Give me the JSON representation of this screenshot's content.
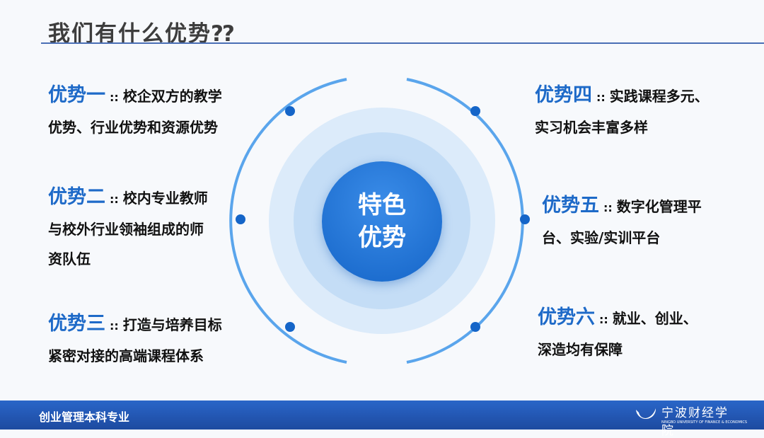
{
  "header": {
    "title": "我们有什么优势⁇"
  },
  "center": {
    "line1": "特色",
    "line2": "优势"
  },
  "items": [
    {
      "head": "优势一",
      "sep": "::",
      "text1": "校企双方的教学",
      "text2": "优势、行业优势和资源优势",
      "text3": ""
    },
    {
      "head": "优势二",
      "sep": "::",
      "text1": "校内专业教师",
      "text2": "与校外行业领袖组成的师",
      "text3": "资队伍"
    },
    {
      "head": "优势三",
      "sep": "::",
      "text1": "打造与培养目标",
      "text2": "紧密对接的高端课程体系",
      "text3": ""
    },
    {
      "head": "优势四",
      "sep": "::",
      "text1": "实践课程多元、",
      "text2": "实习机会丰富多样",
      "text3": ""
    },
    {
      "head": "优势五",
      "sep": "::",
      "text1": "数字化管理平",
      "text2": "台、实验/实训平台",
      "text3": ""
    },
    {
      "head": "优势六",
      "sep": "::",
      "text1": "就业、创业、",
      "text2": "深造均有保障",
      "text3": ""
    }
  ],
  "footer": {
    "label": "创业管理本科专业",
    "logo_cn": "宁波财经学院",
    "logo_en": "NINGBO UNIVERSITY OF FINANCE & ECONOMICS"
  },
  "colors": {
    "accent": "#1e6ac8",
    "ring": "#5aa5ec",
    "footer": "#2358b8"
  }
}
